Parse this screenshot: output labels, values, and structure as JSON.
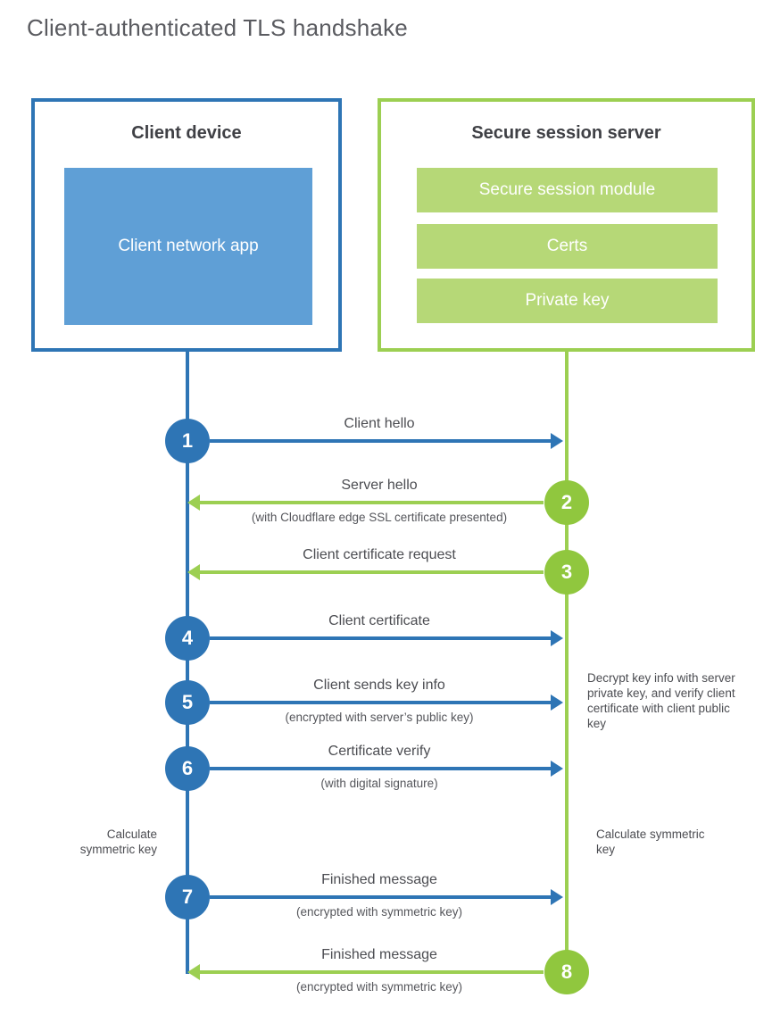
{
  "title": "Client-authenticated TLS handshake",
  "colors": {
    "blue_line": "#2e75b5",
    "blue_fill": "#5f9fd6",
    "green_line": "#9ccf52",
    "green_circle": "#90c73e",
    "green_bar": "#b6d877"
  },
  "client_box": {
    "title": "Client device",
    "inner_label": "Client network app"
  },
  "server_box": {
    "title": "Secure session server",
    "modules": [
      "Secure session module",
      "Certs",
      "Private key"
    ]
  },
  "steps": [
    {
      "num": "1",
      "label": "Client hello",
      "sublabel": "",
      "direction": "right"
    },
    {
      "num": "2",
      "label": "Server hello",
      "sublabel": "(with Cloudflare edge SSL certificate presented)",
      "direction": "left"
    },
    {
      "num": "3",
      "label": "Client certificate request",
      "sublabel": "",
      "direction": "left"
    },
    {
      "num": "4",
      "label": "Client certificate",
      "sublabel": "",
      "direction": "right"
    },
    {
      "num": "5",
      "label": "Client sends key info",
      "sublabel": "(encrypted with server’s public key)",
      "direction": "right"
    },
    {
      "num": "6",
      "label": "Certificate verify",
      "sublabel": "(with digital signature)",
      "direction": "right"
    },
    {
      "num": "7",
      "label": "Finished message",
      "sublabel": "(encrypted with symmetric key)",
      "direction": "right"
    },
    {
      "num": "8",
      "label": "Finished message",
      "sublabel": "(encrypted with symmetric key)",
      "direction": "left"
    }
  ],
  "annotations": {
    "server_note": "Decrypt key info with server private key, and verify client certificate with client public key",
    "calc_left": "Calculate symmetric key",
    "calc_right": "Calculate symmetric key"
  }
}
